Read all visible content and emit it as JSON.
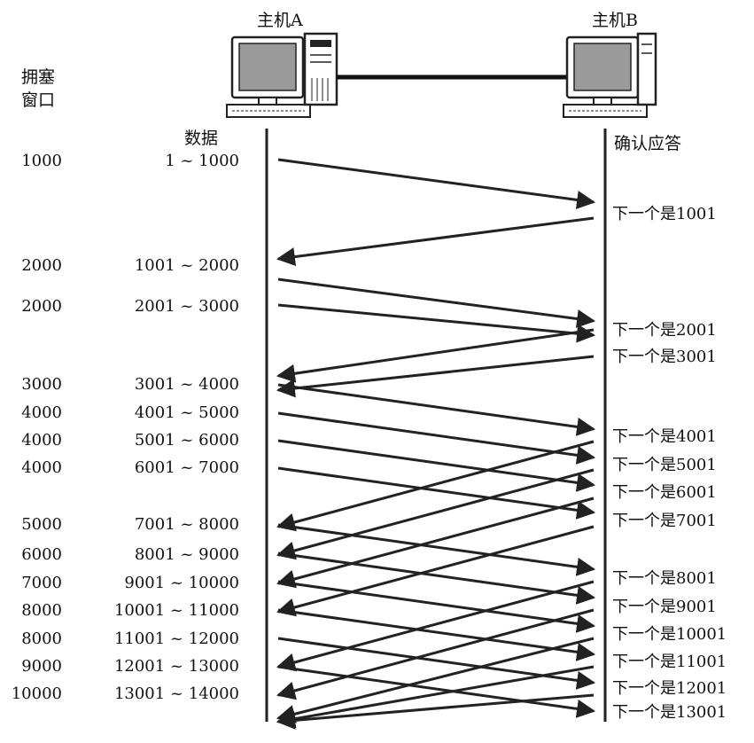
{
  "header": {
    "cwnd_label_line1": "拥塞",
    "cwnd_label_line2": "窗口",
    "data_label": "数据",
    "ack_label": "确认应答",
    "host_a": "主机A",
    "host_b": "主机B"
  },
  "send_rows": [
    {
      "cwnd": "1000",
      "range": "1 ~ 1000"
    },
    {
      "cwnd": "2000",
      "range": "1001 ~ 2000"
    },
    {
      "cwnd": "2000",
      "range": "2001 ~ 3000"
    },
    {
      "cwnd": "3000",
      "range": "3001 ~ 4000"
    },
    {
      "cwnd": "4000",
      "range": "4001 ~ 5000"
    },
    {
      "cwnd": "4000",
      "range": "5001 ~ 6000"
    },
    {
      "cwnd": "4000",
      "range": "6001 ~ 7000"
    },
    {
      "cwnd": "5000",
      "range": "7001 ~ 8000"
    },
    {
      "cwnd": "6000",
      "range": "8001 ~ 9000"
    },
    {
      "cwnd": "7000",
      "range": "9001 ~ 10000"
    },
    {
      "cwnd": "8000",
      "range": "10001 ~ 11000"
    },
    {
      "cwnd": "8000",
      "range": "11001 ~ 12000"
    },
    {
      "cwnd": "9000",
      "range": "12001 ~ 13000"
    },
    {
      "cwnd": "10000",
      "range": "13001 ~ 14000"
    }
  ],
  "acks": [
    "下一个是1001",
    "下一个是2001",
    "下一个是3001",
    "下一个是4001",
    "下一个是5001",
    "下一个是6001",
    "下一个是7001",
    "下一个是8001",
    "下一个是9001",
    "下一个是10001",
    "下一个是11001",
    "下一个是12001",
    "下一个是13001"
  ],
  "colors": {
    "ink": "#222222",
    "screen": "#9a9a9a",
    "cable": "#111111"
  }
}
